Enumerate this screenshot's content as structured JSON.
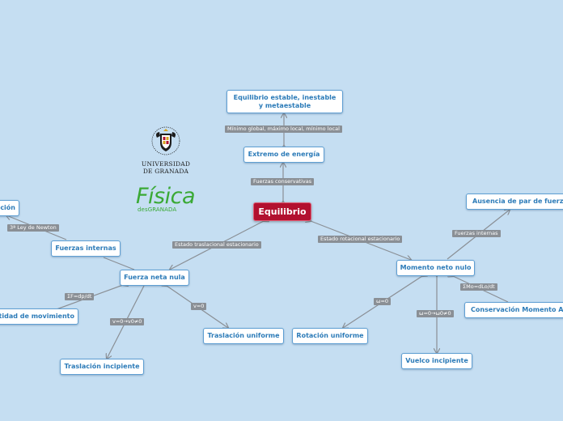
{
  "root": {
    "label": "Equilibrio"
  },
  "nodes": {
    "equilibrio_tipos": "Equilibrio estable, inestable y metaestable",
    "extremo_energia": "Extremo de energía",
    "fuerza_neta_nula": "Fuerza neta nula",
    "momento_neto_nulo": "Momento neto nulo",
    "accion_reaccion": "ción",
    "fuerzas_internas": "Fuerzas internas",
    "cantidad_movimiento": "tidad de movimiento",
    "traslacion_incipiente": "Traslación incipiente",
    "traslacion_uniforme": "Traslación uniforme",
    "rotacion_uniforme": "Rotación uniforme",
    "vuelco_incipiente": "Vuelco incipiente",
    "ausencia_par": "Ausencia de par de fuerzas",
    "conservacion_momento": "Conservación Momento Ang"
  },
  "labels": {
    "minimo_global": "Mínimo global, máximo local, mínimo local",
    "fuerzas_conservativas": "Fuerzas conservativas",
    "estado_traslacional": "Estado traslacional estacionario",
    "estado_rotacional": "Estado rotacional estacionario",
    "tercera_ley": "3ª Ley de Newton",
    "sum_f": "ΣF=dp/dt",
    "v_0_v0": "v=0→v0≠0",
    "v_0": "v=0",
    "omega_0": "ω=0",
    "omega_0_omega0": "ω=0→ω0≠0",
    "fuerzas_internas_label": "Fuerzas internas",
    "sum_m": "ΣMo=dLo/dt"
  },
  "logos": {
    "ugr_line1": "UNIVERSIDAD",
    "ugr_line2": "DE GRANADA",
    "fisica_big": "Física",
    "fisica_small": "desGRANADA"
  },
  "colors": {
    "background": "#c5def2",
    "root_fill": "#b2102f",
    "node_text": "#2c7bb8",
    "node_border": "#5f9fd3",
    "label_fill": "#8a8f95",
    "link": "#8a8f95",
    "fisica_green": "#3aa935"
  }
}
